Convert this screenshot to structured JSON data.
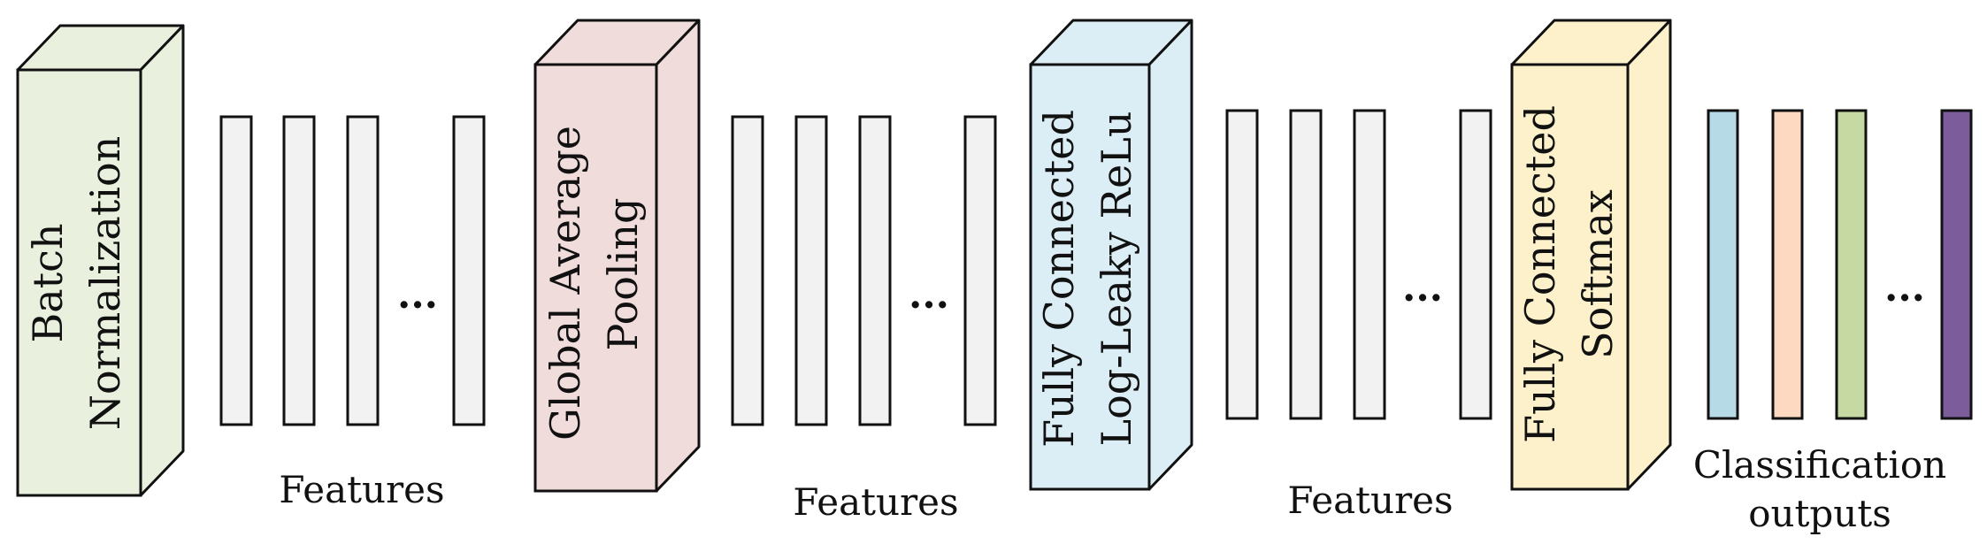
{
  "blocks": [
    {
      "lines": [
        "Batch",
        "Normalization"
      ],
      "color": "#e9f1de"
    },
    {
      "lines": [
        "Global Average",
        "Pooling"
      ],
      "color": "#f1dcdc"
    },
    {
      "lines": [
        "Fully Connected",
        "Log-Leaky ReLu"
      ],
      "color": "#dbeef5"
    },
    {
      "lines": [
        "Fully Connected",
        "Softmax"
      ],
      "color": "#fdf1cb"
    }
  ],
  "feature_groups": [
    {
      "label": "Features",
      "ellipsis": "...",
      "bar_color": "#f2f2f2"
    },
    {
      "label": "Features",
      "ellipsis": "...",
      "bar_color": "#f2f2f2"
    },
    {
      "label": "Features",
      "ellipsis": "...",
      "bar_color": "#f2f2f2"
    }
  ],
  "outputs": {
    "label_lines": [
      "Classification",
      "outputs"
    ],
    "ellipsis": "...",
    "bar_colors": [
      "#b6dbe6",
      "#fcd9c0",
      "#c6d9a2",
      "#7c5c9a"
    ]
  }
}
